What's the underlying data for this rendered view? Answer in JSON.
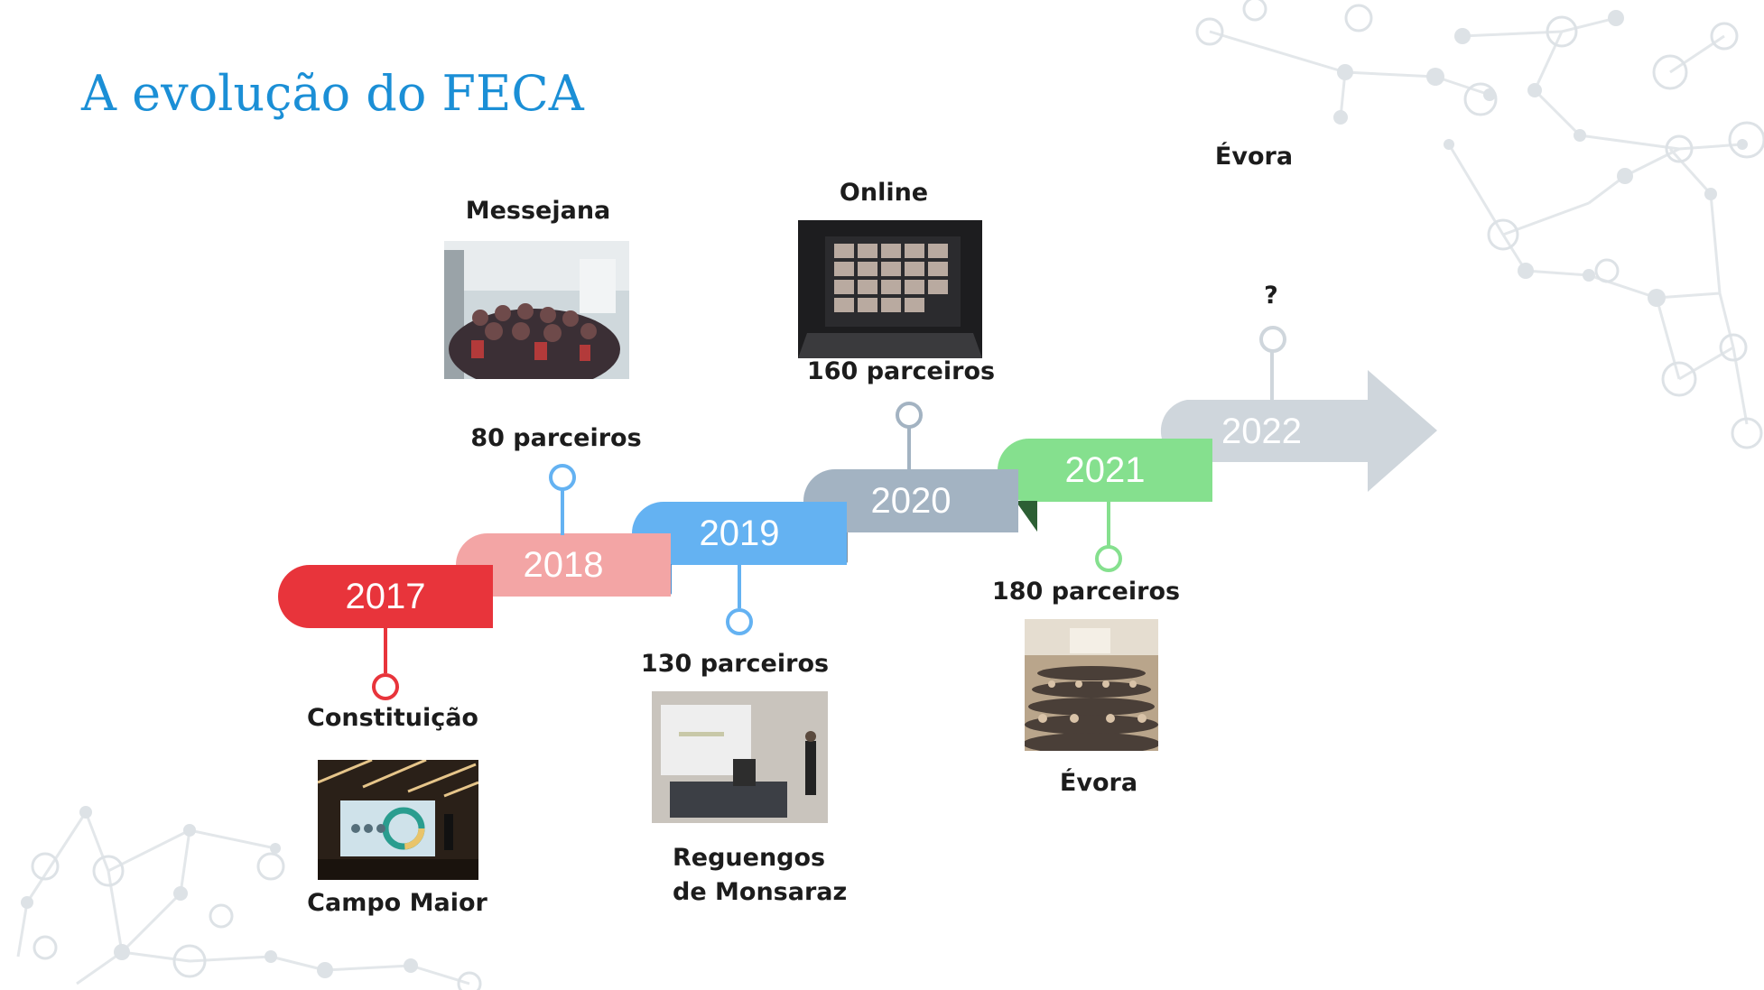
{
  "title": "A evolução do FECA",
  "colors": {
    "title": "#1b8fd6",
    "y2017": "#e8343b",
    "y2018": "#f3a5a5",
    "y2019": "#64b2f2",
    "y2020": "#a3b3c2",
    "y2021": "#85e08e",
    "y2022": "#cfd6dc"
  },
  "timeline": [
    {
      "year": "2017",
      "label_top": "",
      "label_bottom": "Constituição",
      "place": "Campo Maior"
    },
    {
      "year": "2018",
      "label_top": "80 parceiros",
      "place": "Messejana"
    },
    {
      "year": "2019",
      "label_bottom": "130 parceiros",
      "place": "Reguengos de Monsaraz",
      "place_l1": "Reguengos",
      "place_l2": "de Monsaraz"
    },
    {
      "year": "2020",
      "label_top": "160 parceiros",
      "place": "Online"
    },
    {
      "year": "2021",
      "label_bottom": "180 parceiros",
      "place": "Évora"
    },
    {
      "year": "2022",
      "label_top": "?",
      "place": "Évora"
    }
  ]
}
